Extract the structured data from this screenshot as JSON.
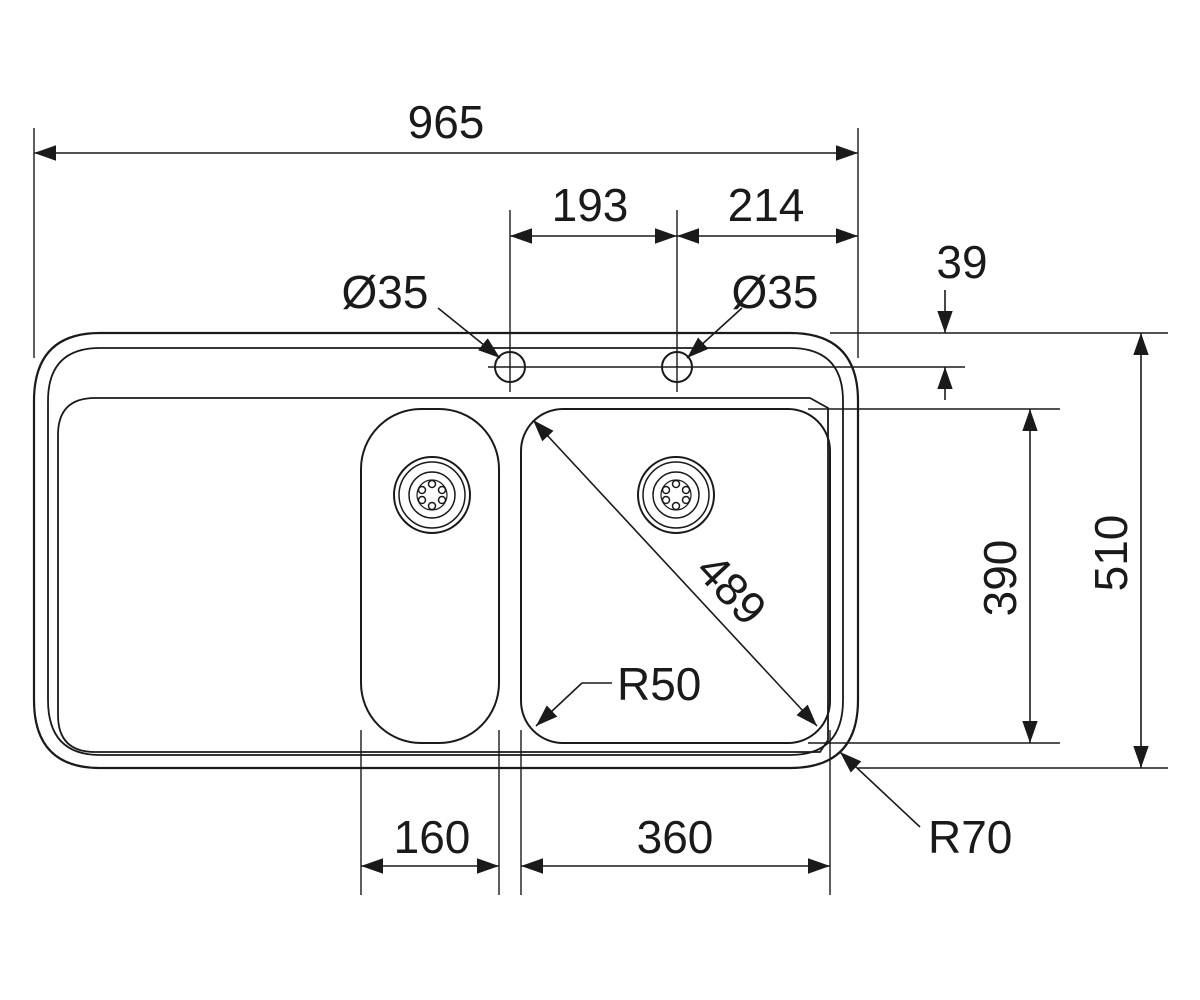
{
  "drawing": {
    "colors": {
      "line": "#1a1a1a",
      "background": "#ffffff"
    },
    "dimensions": {
      "overall_width": "965",
      "tap_hole_spacing": "193",
      "right_offset": "214",
      "tap_hole_left": "Ø35",
      "tap_hole_right": "Ø35",
      "edge_offset": "39",
      "bowl_depth": "390",
      "overall_depth": "510",
      "bowl_diagonal": "489",
      "bowl_radius": "R50",
      "outer_radius": "R70",
      "small_bowl_width": "160",
      "large_bowl_width": "360"
    }
  }
}
